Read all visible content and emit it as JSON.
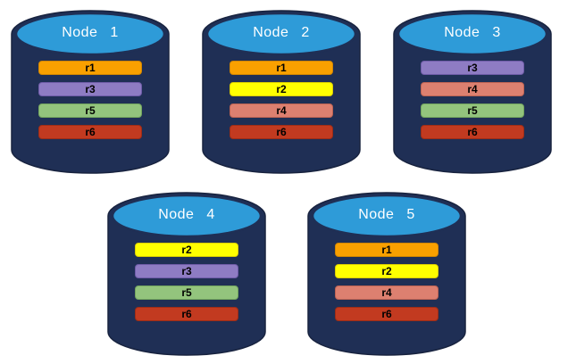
{
  "diagram": {
    "description": "Five database nodes with replicated partitions"
  },
  "colors": {
    "background": "#FFFFFF",
    "cylinder_body": "#1F2F55",
    "cylinder_outline": "#18233F",
    "cylinder_top": "#2E9BD8",
    "title_text": "#FFFFFF",
    "bar_text": "#000000"
  },
  "replica_colors": {
    "r1": {
      "fill": "#F9A000",
      "border": "#D28600"
    },
    "r2": {
      "fill": "#FFFF00",
      "border": "#DCCE00"
    },
    "r3": {
      "fill": "#8E7CC3",
      "border": "#6F5CA8"
    },
    "r4": {
      "fill": "#DD8070",
      "border": "#BE6353"
    },
    "r5": {
      "fill": "#93C47D",
      "border": "#73A55E"
    },
    "r6": {
      "fill": "#C23A20",
      "border": "#9E2D16"
    }
  },
  "nodes": [
    {
      "label": "Node 1",
      "replicas": [
        "r1",
        "r3",
        "r5",
        "r6"
      ]
    },
    {
      "label": "Node 2",
      "replicas": [
        "r1",
        "r2",
        "r4",
        "r6"
      ]
    },
    {
      "label": "Node 3",
      "replicas": [
        "r3",
        "r4",
        "r5",
        "r6"
      ]
    },
    {
      "label": "Node 4",
      "replicas": [
        "r2",
        "r3",
        "r5",
        "r6"
      ]
    },
    {
      "label": "Node 5",
      "replicas": [
        "r1",
        "r2",
        "r4",
        "r6"
      ]
    }
  ]
}
